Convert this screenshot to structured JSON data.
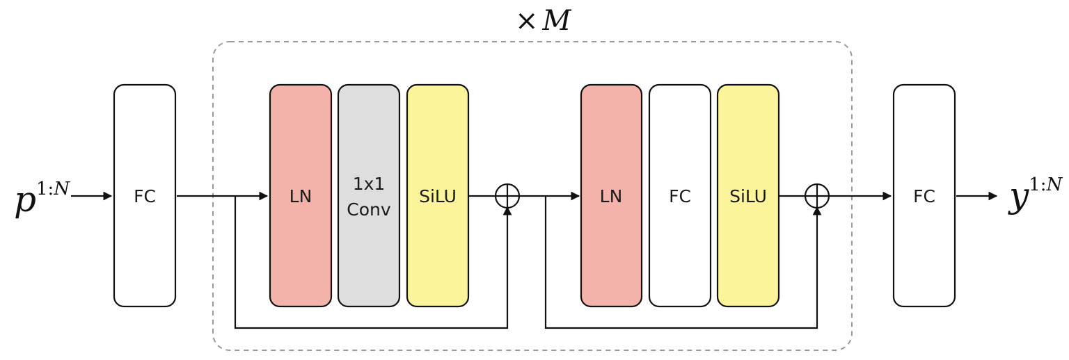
{
  "repeat_label": {
    "times": "×",
    "var": "M"
  },
  "input": {
    "base": "p",
    "sup_prefix": "1:",
    "sup_var": "N"
  },
  "output": {
    "base": "y",
    "sup_prefix": "1:",
    "sup_var": "N"
  },
  "blocks": {
    "fc_in": {
      "label": "FC",
      "color": "#ffffff"
    },
    "ln_1": {
      "label": "LN",
      "color": "#f4b3aa"
    },
    "conv_1x1": {
      "label_line1": "1x1",
      "label_line2": "Conv",
      "color": "#dedede"
    },
    "silu_1": {
      "label": "SiLU",
      "color": "#fbf49a"
    },
    "ln_2": {
      "label": "LN",
      "color": "#f4b3aa"
    },
    "fc_mid": {
      "label": "FC",
      "color": "#ffffff"
    },
    "silu_2": {
      "label": "SiLU",
      "color": "#fbf49a"
    },
    "fc_out": {
      "label": "FC",
      "color": "#ffffff"
    }
  },
  "colors": {
    "stroke": "#111111",
    "repeat_border": "#999999"
  }
}
